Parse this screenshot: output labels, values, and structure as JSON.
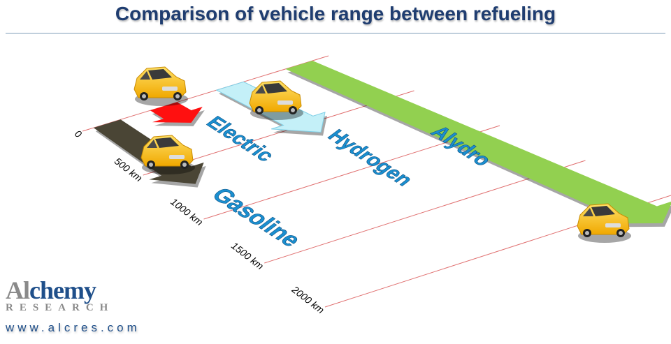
{
  "chart_data": {
    "type": "bar",
    "title": "Comparison of vehicle range between refueling",
    "xlabel": "",
    "ylabel": "",
    "axis_ticks": [
      "0",
      "500 km",
      "1000 km",
      "1500 km",
      "2000 km"
    ],
    "tick_values": [
      0,
      500,
      1000,
      1500,
      2000
    ],
    "range": [
      0,
      2000
    ],
    "unit": "km",
    "categories": [
      "Gasoline",
      "Electric",
      "Hydrogen",
      "Alydro"
    ],
    "values": [
      700,
      200,
      600,
      2200
    ],
    "colors": [
      "#4a4535",
      "#ff1010",
      "#c4f0f8",
      "#92d050"
    ],
    "label_color": "#1a8fd0",
    "gridline_color": "#e07070"
  },
  "logo": {
    "brand_part1": "Al",
    "brand_part2": "chemy",
    "subtitle": "RESEARCH",
    "url": "www.alcres.com"
  }
}
